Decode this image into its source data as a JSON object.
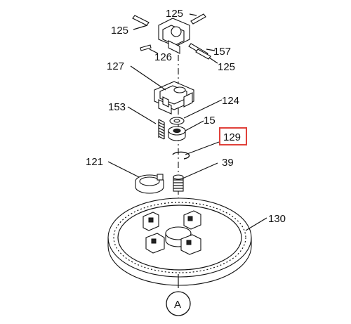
{
  "diagram": {
    "callouts": {
      "c125_top": "125",
      "c125_left": "125",
      "c126": "126",
      "c157": "157",
      "c125_right": "125",
      "c127": "127",
      "c124": "124",
      "c153": "153",
      "c15": "15",
      "c129": "129",
      "c121": "121",
      "c39": "39",
      "c130": "130",
      "circle_a": "A"
    },
    "highlight_color": "#e0413a",
    "highlighted_callout": "129"
  }
}
